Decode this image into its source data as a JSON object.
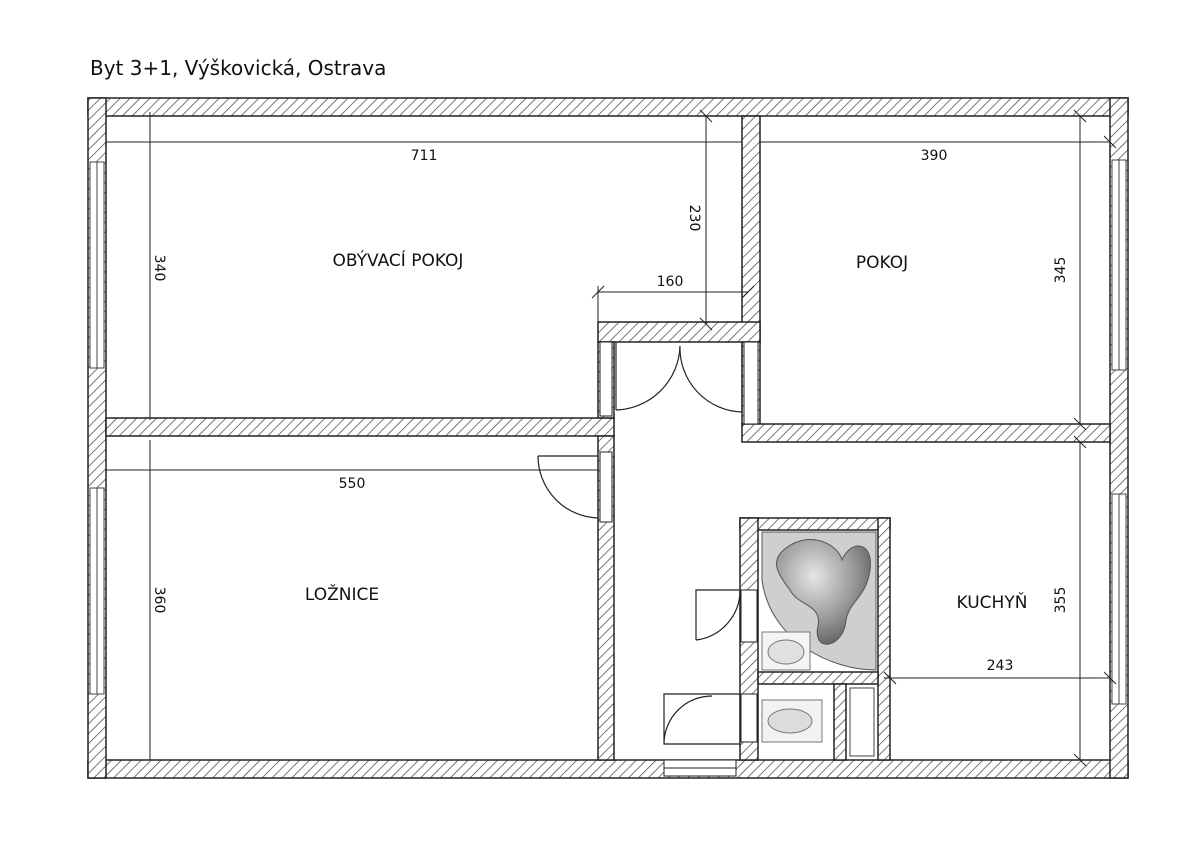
{
  "title": "Byt 3+1, Výškovická, Ostrava",
  "rooms": {
    "obyvaci": "OBÝVACÍ POKOJ",
    "pokoj": "POKOJ",
    "loznice": "LOŽNICE",
    "kuchyn": "KUCHYŇ"
  },
  "dimensions": {
    "d711": "711",
    "d390": "390",
    "d230": "230",
    "d160": "160",
    "d340": "340",
    "d345": "345",
    "d550": "550",
    "d360": "360",
    "d355": "355",
    "d243": "243"
  }
}
